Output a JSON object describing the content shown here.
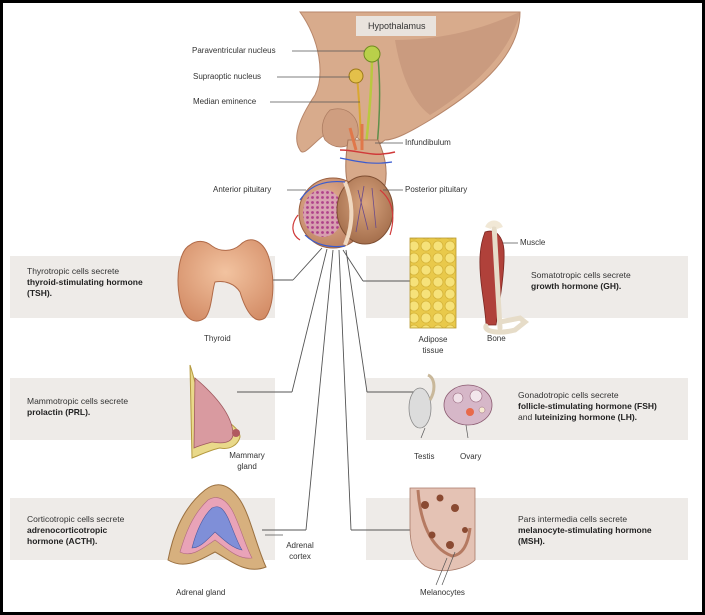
{
  "labels": {
    "hypothalamus": "Hypothalamus",
    "paraventricular": "Paraventricular nucleus",
    "supraoptic": "Supraoptic nucleus",
    "median": "Median eminence",
    "infundibulum": "Infundibulum",
    "anterior": "Anterior pituitary",
    "posterior": "Posterior pituitary",
    "thyroid": "Thyroid",
    "muscle": "Muscle",
    "adipose": "Adipose tissue",
    "bone": "Bone",
    "mammary": "Mammary gland",
    "testis": "Testis",
    "ovary": "Ovary",
    "adrenal_cortex": "Adrenal cortex",
    "adrenal_gland": "Adrenal gland",
    "melanocytes": "Melanocytes"
  },
  "boxes": {
    "tsh": {
      "line1": "Thyrotropic cells secrete",
      "bold1": "thyroid-stimulating hormone",
      "bold2": "(TSH)."
    },
    "gh": {
      "line1": "Somatotropic cells secrete",
      "bold1": "growth hormone (GH)."
    },
    "prl": {
      "line1": "Mammotropic cells secrete",
      "bold1": "prolactin (PRL)."
    },
    "fsh": {
      "line1": "Gonadotropic cells secrete",
      "bold1": "follicle-stimulating hormone (FSH)",
      "line2": "and",
      "bold2": "luteinizing hormone (LH)."
    },
    "acth": {
      "line1": "Corticotropic cells secrete",
      "bold1": "adrenocorticotropic",
      "bold2": "hormone (ACTH)."
    },
    "msh": {
      "line1": "Pars intermedia cells secrete",
      "bold1": "melanocyte-stimulating hormone",
      "bold2": "(MSH)."
    }
  },
  "colors": {
    "box": "#eeebe8",
    "tissue": "#c89a78",
    "nucleus": "#b9d04a",
    "vessel_red": "#d03a3a",
    "vessel_blue": "#3a5bd0",
    "anterior_dots": "#a8308a",
    "fat": "#f1dc6a",
    "muscle": "#b0413a",
    "adrenal": "#7f8fd8"
  }
}
